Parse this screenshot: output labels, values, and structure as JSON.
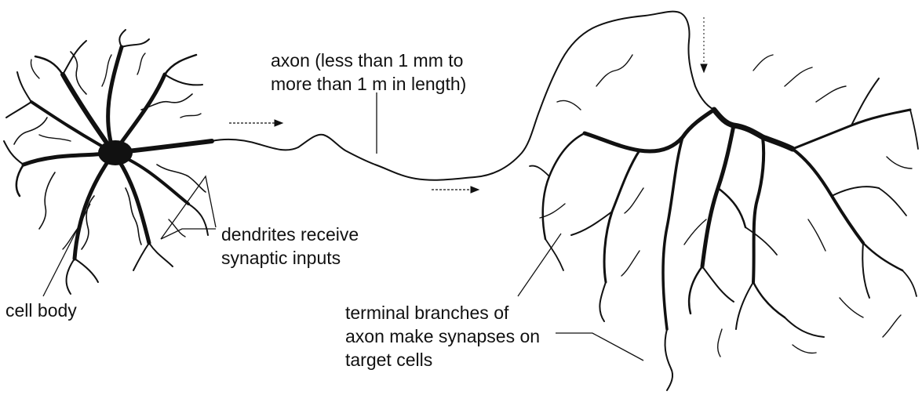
{
  "labels": {
    "axon": {
      "line1": "axon (less than 1 mm to",
      "line2": "more than 1 m in length)"
    },
    "dendrites": {
      "line1": "dendrites receive",
      "line2": "synaptic inputs"
    },
    "cell_body": "cell body",
    "terminal": {
      "line1": "terminal branches of",
      "line2": "axon make synapses on",
      "line3": "target cells"
    }
  },
  "colors": {
    "ink": "#111111",
    "background": "#ffffff"
  }
}
